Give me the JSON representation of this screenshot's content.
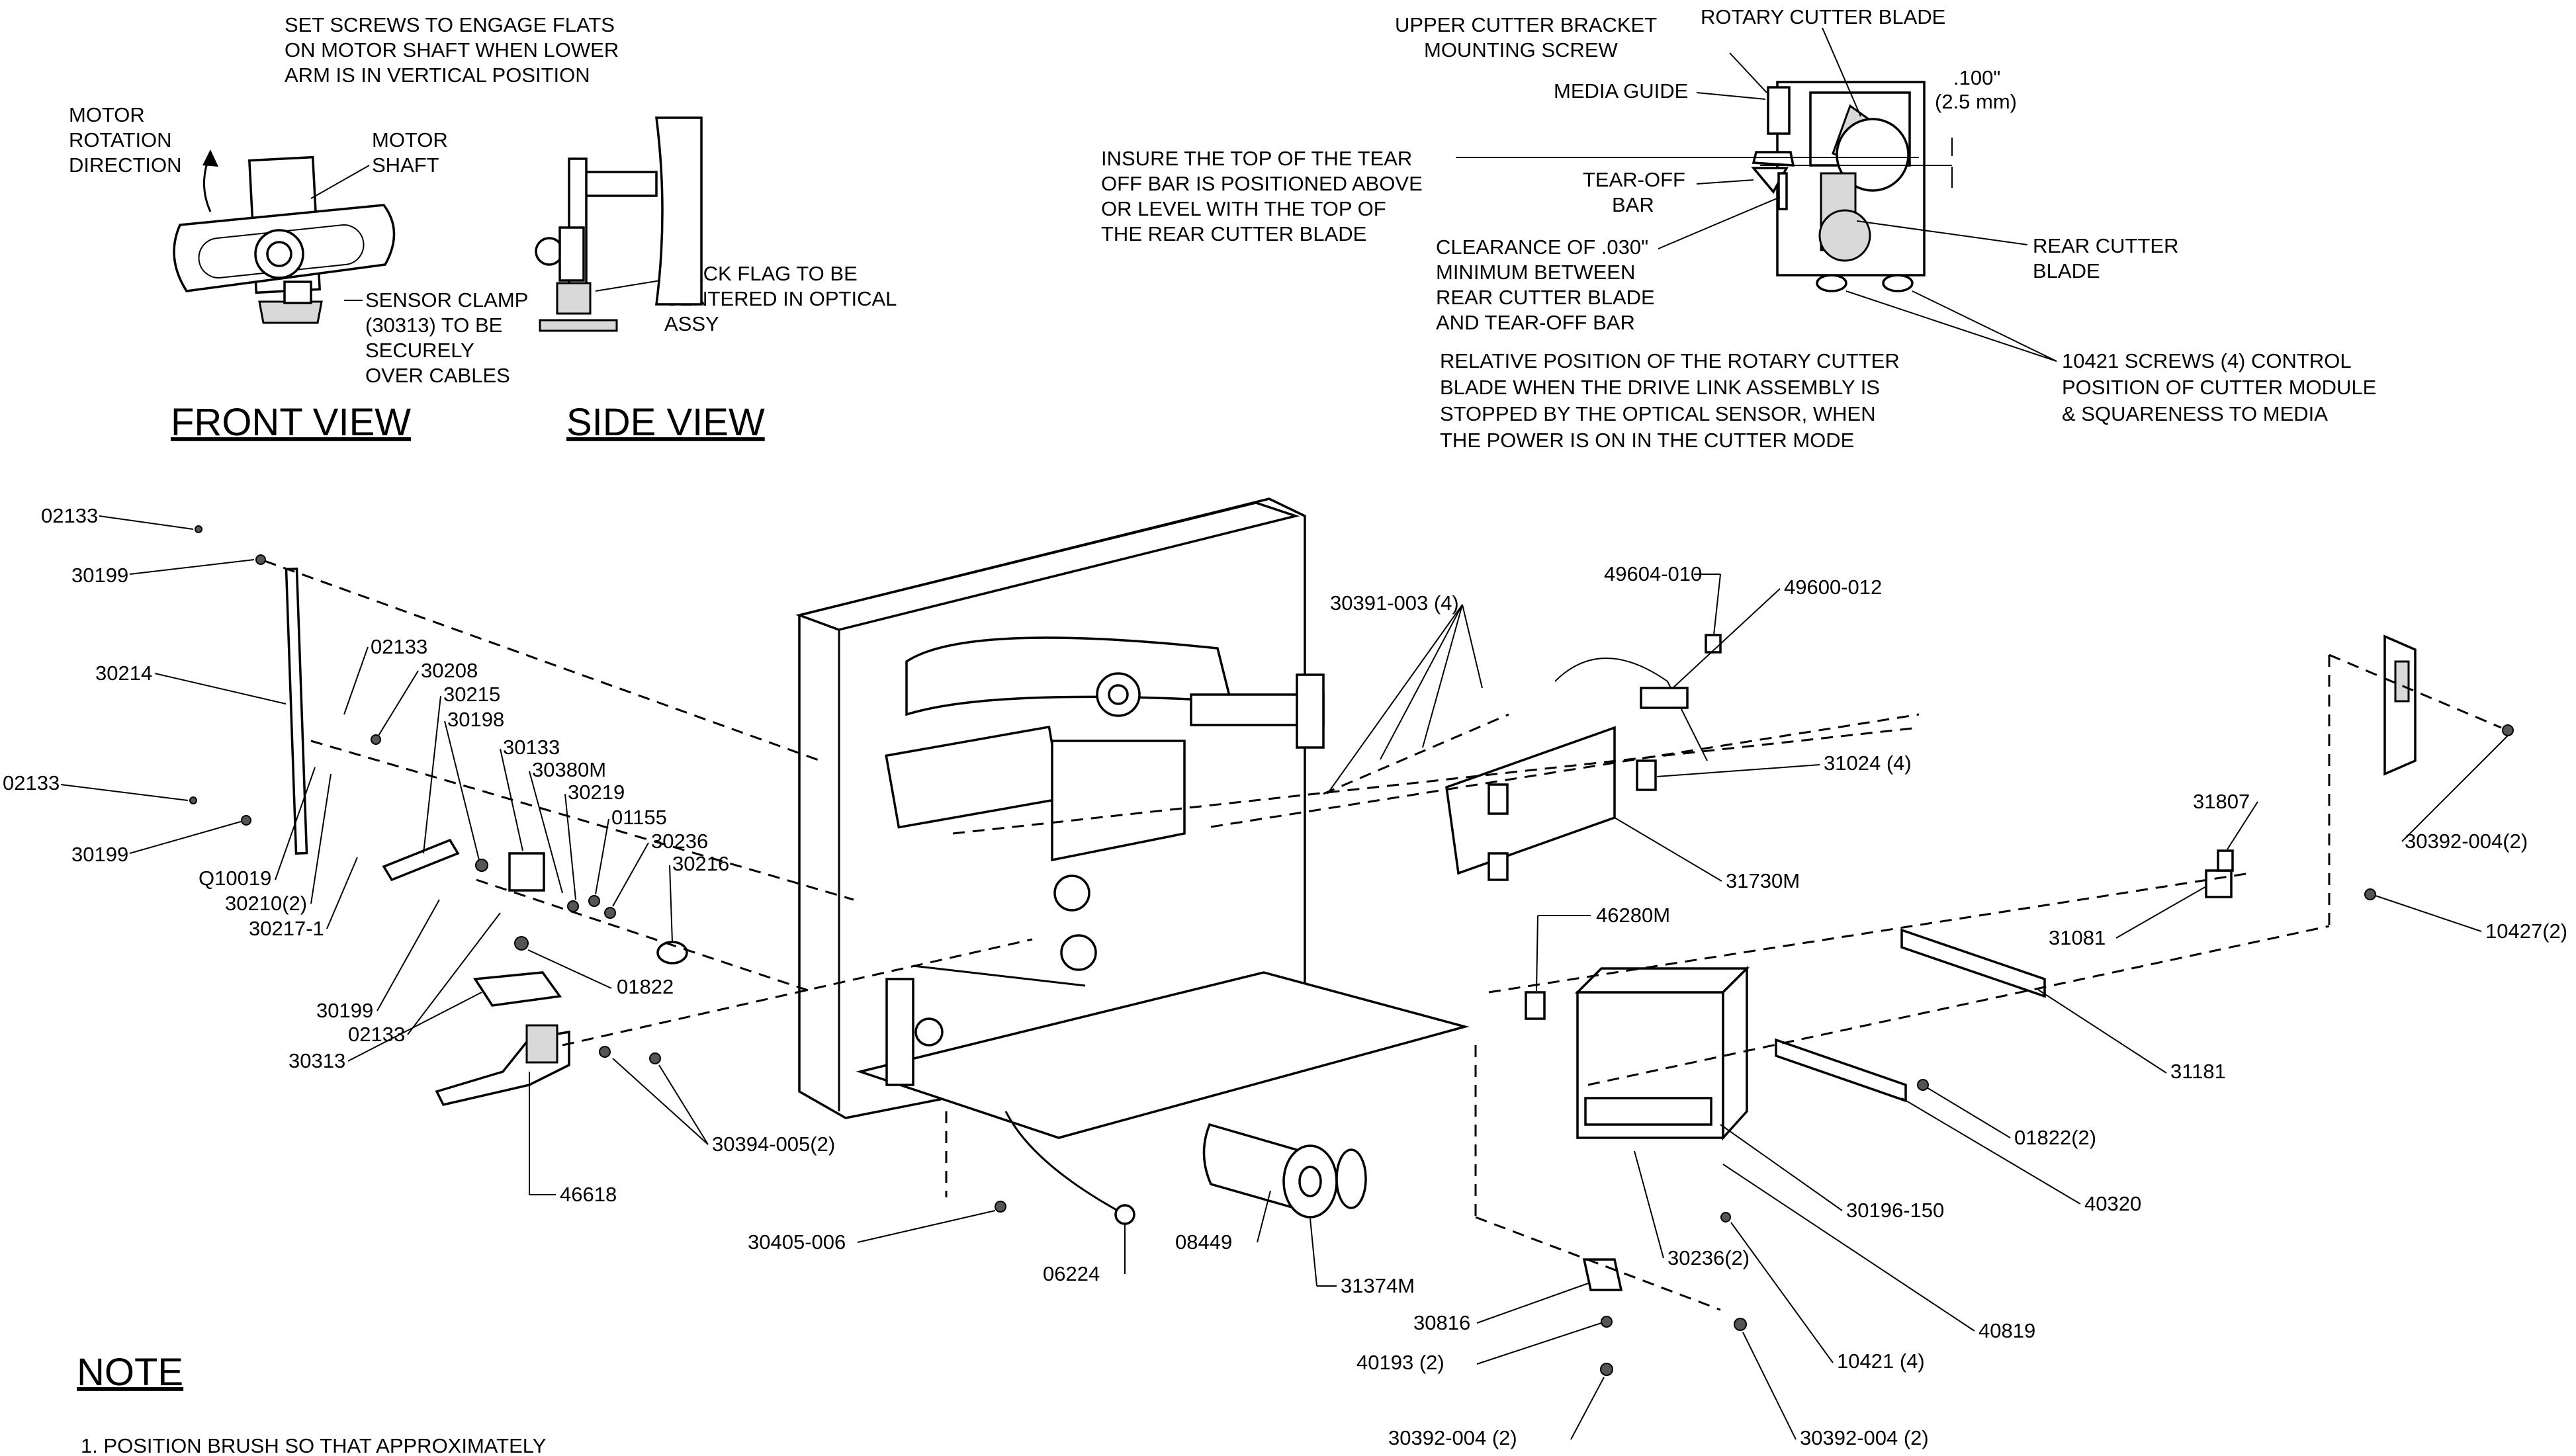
{
  "headings": {
    "front_view": "FRONT VIEW",
    "side_view": "SIDE VIEW",
    "note": "NOTE"
  },
  "notes": {
    "set_screws": [
      "SET SCREWS TO ENGAGE FLATS",
      "ON MOTOR SHAFT WHEN LOWER",
      "ARM IS IN VERTICAL POSITION"
    ],
    "motor_rotation": [
      "MOTOR",
      "ROTATION",
      "DIRECTION"
    ],
    "motor_shaft": [
      "MOTOR",
      "SHAFT"
    ],
    "sensor_clamp": [
      "SENSOR CLAMP",
      "(30313) TO BE",
      "SECURELY",
      "OVER CABLES"
    ],
    "black_flag": [
      "BLACK FLAG TO BE",
      "CENTERED IN OPTICAL",
      "ASSY"
    ],
    "upper_cutter": [
      "UPPER CUTTER BRACKET",
      "MOUNTING SCREW"
    ],
    "rotary_blade": "ROTARY CUTTER BLADE",
    "media_guide": "MEDIA GUIDE",
    "gap": [
      ".100\"",
      "(2.5 mm)"
    ],
    "insure": [
      "INSURE THE TOP OF THE TEAR",
      "OFF BAR IS POSITIONED ABOVE",
      "OR LEVEL WITH THE TOP OF",
      "THE REAR CUTTER BLADE"
    ],
    "tear_off": [
      "TEAR-OFF",
      "BAR"
    ],
    "clearance": [
      "CLEARANCE OF .030\"",
      "MINIMUM BETWEEN",
      "REAR CUTTER BLADE",
      "AND TEAR-OFF BAR"
    ],
    "rear_blade": [
      "REAR CUTTER",
      "BLADE"
    ],
    "relative": [
      "RELATIVE POSITION OF THE ROTARY CUTTER",
      "BLADE WHEN THE DRIVE LINK ASSEMBLY IS",
      "STOPPED BY THE OPTICAL SENSOR, WHEN",
      "THE POWER IS ON IN THE CUTTER MODE"
    ],
    "screws_control": [
      "10421 SCREWS (4) CONTROL",
      "POSITION OF CUTTER MODULE",
      "& SQUARENESS TO MEDIA"
    ],
    "footnote": "1.  POSITION BRUSH SO THAT APPROXIMATELY"
  },
  "part_numbers": {
    "p02133_a": "02133",
    "p30199_a": "30199",
    "p30214": "30214",
    "p02133_b": "02133",
    "p30199_b": "30199",
    "p02133_c": "02133",
    "p30208": "30208",
    "p30215": "30215",
    "p30198": "30198",
    "p30133": "30133",
    "p30380M": "30380M",
    "p30219": "30219",
    "p01155": "01155",
    "p30236": "30236",
    "p30216": "30216",
    "pQ10019": "Q10019",
    "p30210": "30210(2)",
    "p30217": "30217-1",
    "p30199_c": "30199",
    "p02133_d": "02133",
    "p30313": "30313",
    "p01822": "01822",
    "p46618": "46618",
    "p30394": "30394-005(2)",
    "p30405": "30405-006",
    "p06224": "06224",
    "p08449": "08449",
    "p31374M": "31374M",
    "p30391": "30391-003 (4)",
    "p49604": "49604-010",
    "p49600": "49600-012",
    "p31024": "31024 (4)",
    "p31730M": "31730M",
    "p46280M": "46280M",
    "p31807": "31807",
    "p31081": "31081",
    "p30392_r": "30392-004(2)",
    "p10427": "10427(2)",
    "p31181": "31181",
    "p01822_2": "01822(2)",
    "p40320": "40320",
    "p30196": "30196-150",
    "p30236_2": "30236(2)",
    "p40819": "40819",
    "p30816": "30816",
    "p40193": "40193 (2)",
    "p10421": "10421 (4)",
    "p30392_a": "30392-004 (2)",
    "p30392_b": "30392-004 (2)"
  }
}
